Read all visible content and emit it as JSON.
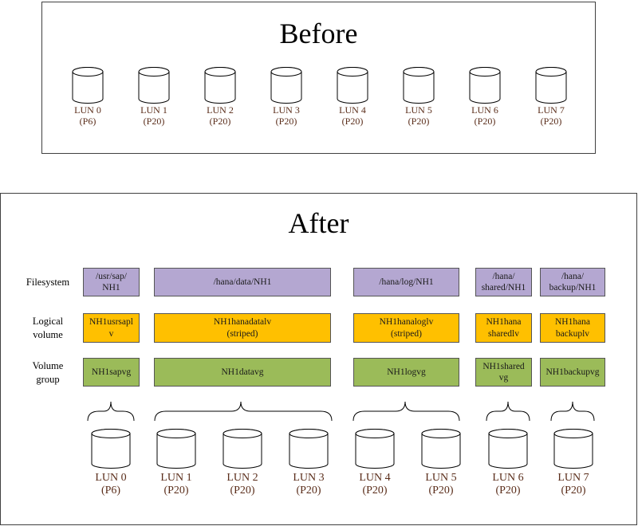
{
  "before": {
    "title": "Before",
    "luns": [
      {
        "name": "LUN 0",
        "size": "(P6)"
      },
      {
        "name": "LUN 1",
        "size": "(P20)"
      },
      {
        "name": "LUN 2",
        "size": "(P20)"
      },
      {
        "name": "LUN 3",
        "size": "(P20)"
      },
      {
        "name": "LUN 4",
        "size": "(P20)"
      },
      {
        "name": "LUN 5",
        "size": "(P20)"
      },
      {
        "name": "LUN 6",
        "size": "(P20)"
      },
      {
        "name": "LUN 7",
        "size": "(P20)"
      }
    ]
  },
  "after": {
    "title": "After",
    "row_labels": {
      "filesystem": "Filesystem",
      "logical_volume_1": "Logical",
      "logical_volume_2": "volume",
      "volume_group_1": "Volume",
      "volume_group_2": "group"
    },
    "filesystems": [
      {
        "line1": "/usr/sap/",
        "line2": "NH1"
      },
      {
        "line1": "/hana/data/NH1",
        "line2": ""
      },
      {
        "line1": "/hana/log/NH1",
        "line2": ""
      },
      {
        "line1": "/hana/",
        "line2": "shared/NH1"
      },
      {
        "line1": "/hana/",
        "line2": "backup/NH1"
      }
    ],
    "logical_volumes": [
      {
        "line1": "NH1usrsapl",
        "line2": "v"
      },
      {
        "line1": "NH1hanadatalv",
        "line2": "(striped)"
      },
      {
        "line1": "NH1hanaloglv",
        "line2": "(striped)"
      },
      {
        "line1": "NH1hana",
        "line2": "sharedlv"
      },
      {
        "line1": "NH1hana",
        "line2": "backuplv"
      }
    ],
    "volume_groups": [
      {
        "line1": "NH1sapvg",
        "line2": ""
      },
      {
        "line1": "NH1datavg",
        "line2": ""
      },
      {
        "line1": "NH1logvg",
        "line2": ""
      },
      {
        "line1": "NH1shared",
        "line2": "vg"
      },
      {
        "line1": "NH1backupvg",
        "line2": ""
      }
    ],
    "luns": [
      {
        "name": "LUN 0",
        "size": "(P6)"
      },
      {
        "name": "LUN 1",
        "size": "(P20)"
      },
      {
        "name": "LUN 2",
        "size": "(P20)"
      },
      {
        "name": "LUN 3",
        "size": "(P20)"
      },
      {
        "name": "LUN 4",
        "size": "(P20)"
      },
      {
        "name": "LUN 5",
        "size": "(P20)"
      },
      {
        "name": "LUN 6",
        "size": "(P20)"
      },
      {
        "name": "LUN 7",
        "size": "(P20)"
      }
    ]
  },
  "colors": {
    "filesystem": "#b4a7d1",
    "logical_volume": "#ffc000",
    "volume_group": "#9bbb59",
    "lun_label": "#5a2d1a"
  }
}
